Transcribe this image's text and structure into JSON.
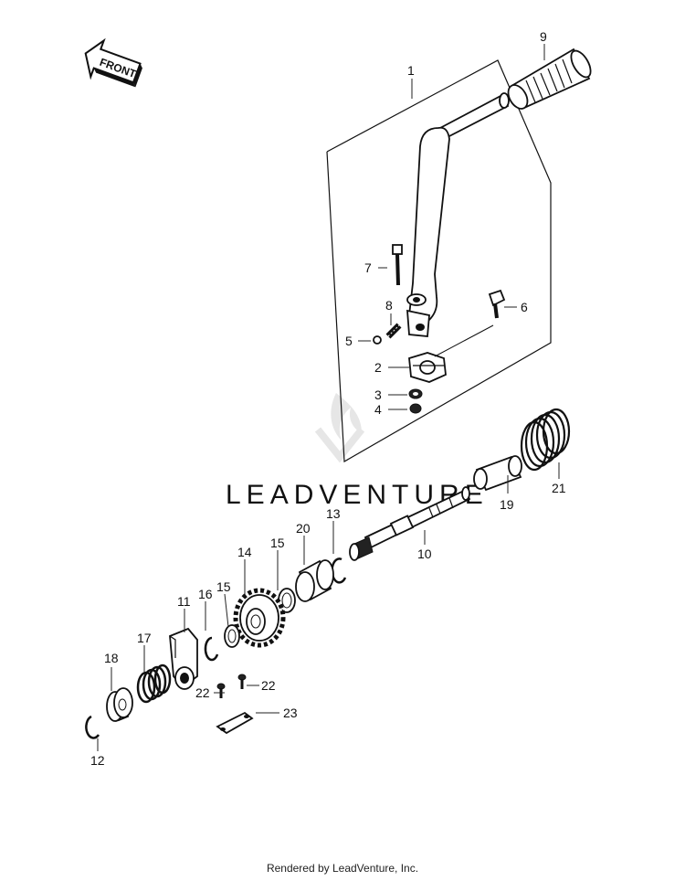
{
  "diagram": {
    "front_arrow_label": "FRONT",
    "watermark": "LEADVENTURE",
    "callouts": {
      "c1": "1",
      "c2": "2",
      "c3": "3",
      "c4": "4",
      "c5": "5",
      "c6": "6",
      "c7": "7",
      "c8": "8",
      "c9": "9",
      "c10": "10",
      "c11": "11",
      "c12": "12",
      "c13": "13",
      "c14": "14",
      "c15a": "15",
      "c15b": "15",
      "c16": "16",
      "c17": "17",
      "c18": "18",
      "c19": "19",
      "c20": "20",
      "c21": "21",
      "c22a": "22",
      "c22b": "22",
      "c23": "23"
    }
  },
  "footer": {
    "text": "Rendered by LeadVenture, Inc."
  }
}
